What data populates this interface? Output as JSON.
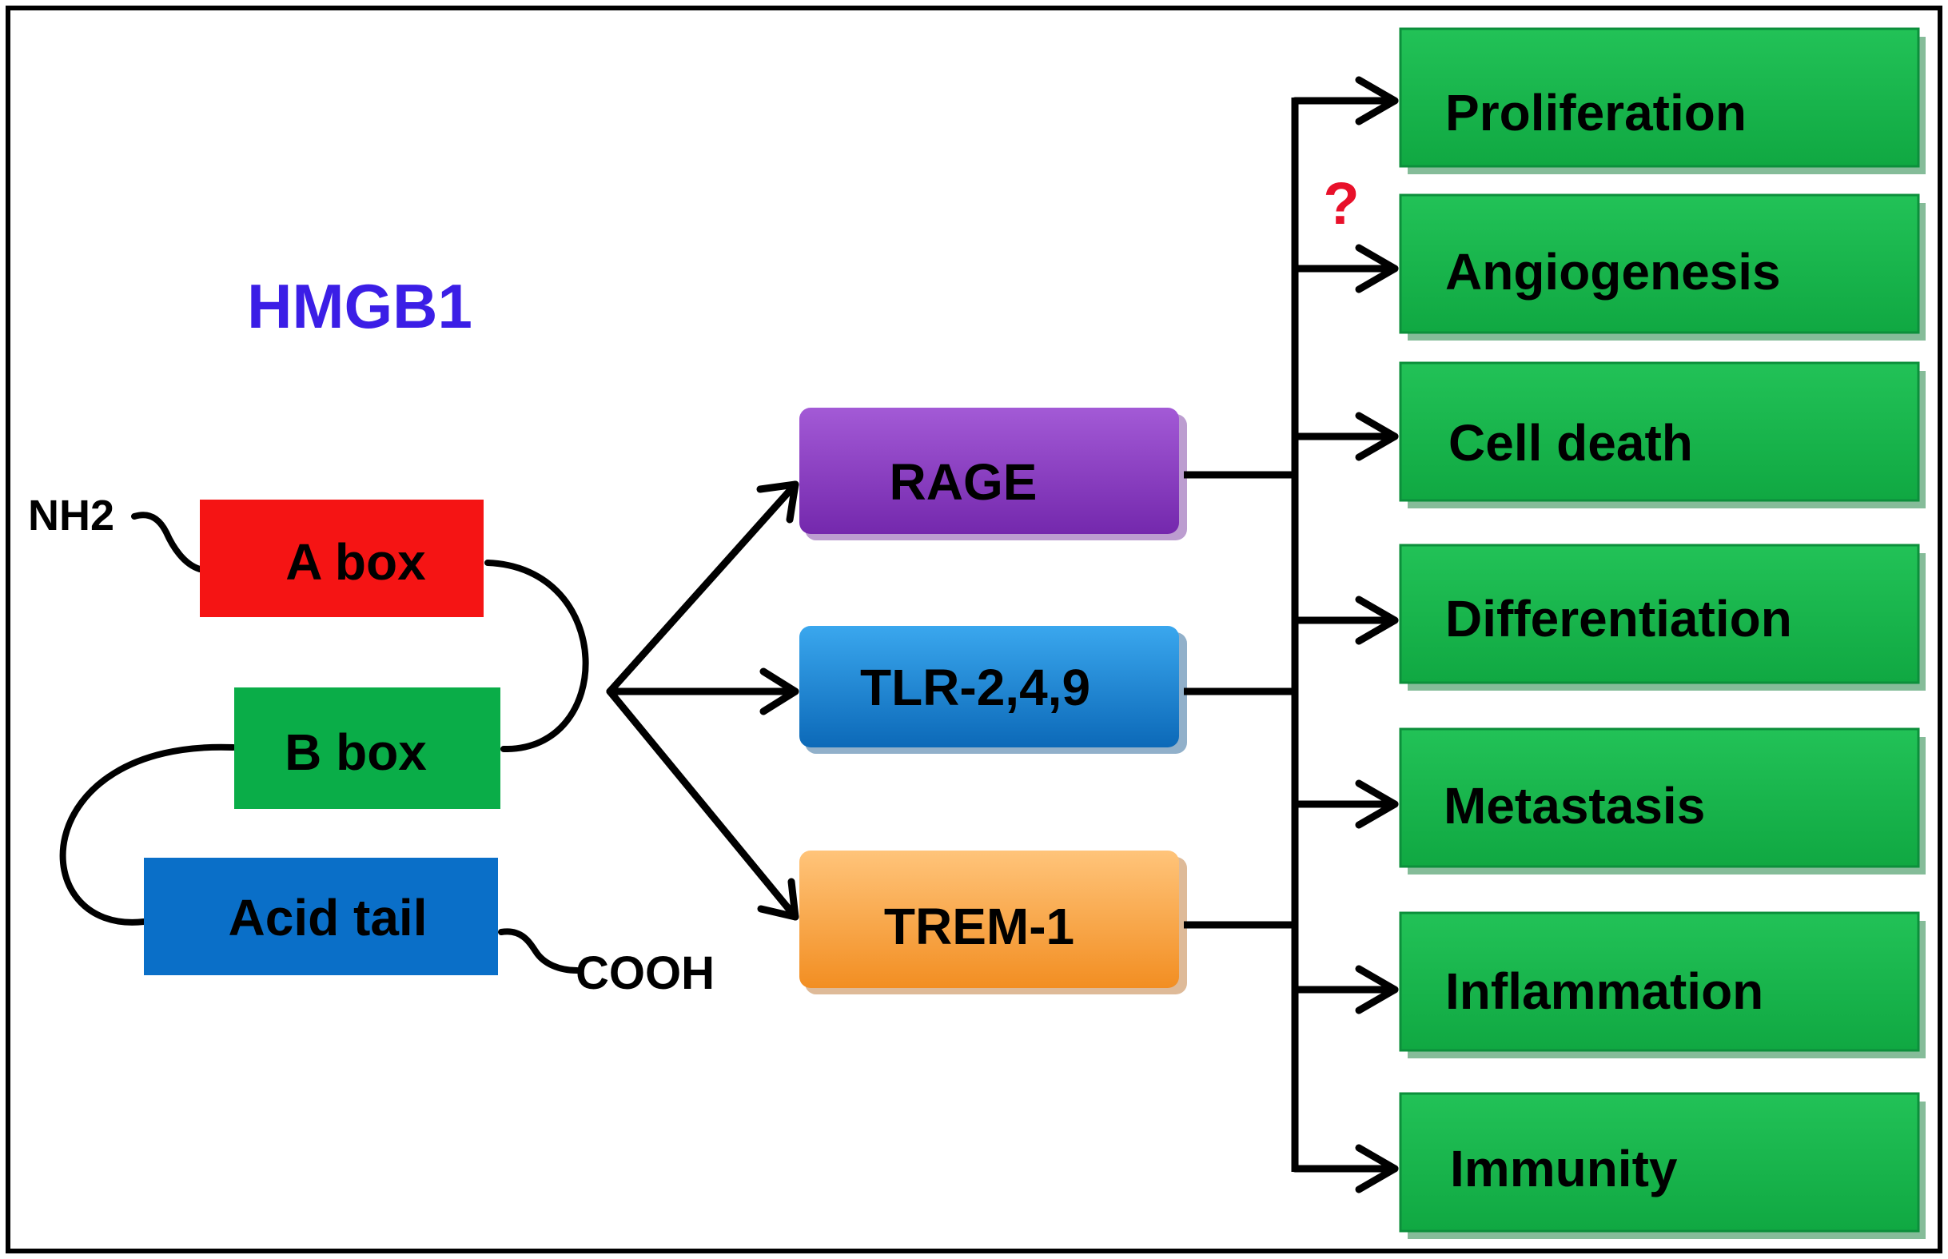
{
  "title": {
    "text": "HMGB1",
    "color": "#3b1ee6"
  },
  "domains": {
    "a_box": {
      "label": "A box",
      "color": "#f51414"
    },
    "b_box": {
      "label": "B box",
      "color": "#0aad48"
    },
    "acid_tail": {
      "label": "Acid tail",
      "color": "#0a6fc8"
    }
  },
  "termini": {
    "n_term": "NH2",
    "c_term": "COOH"
  },
  "receptors": [
    {
      "label": "RAGE",
      "color_top": "#9b4fcf",
      "color_bottom": "#7a2bb0"
    },
    {
      "label": "TLR-2,4,9",
      "color_top": "#2c9be6",
      "color_bottom": "#0f6fbf"
    },
    {
      "label": "TREM-1",
      "color_top": "#ffbb6a",
      "color_bottom": "#f5962c"
    }
  ],
  "outcomes": [
    {
      "label": "Proliferation"
    },
    {
      "label": "Angiogenesis"
    },
    {
      "label": "Cell death"
    },
    {
      "label": "Differentiation"
    },
    {
      "label": "Metastasis"
    },
    {
      "label": "Inflammation"
    },
    {
      "label": "Immunity"
    }
  ],
  "outcome_color": "#18b34a",
  "uncertainty_mark": {
    "text": "?",
    "color": "#e8102a"
  }
}
